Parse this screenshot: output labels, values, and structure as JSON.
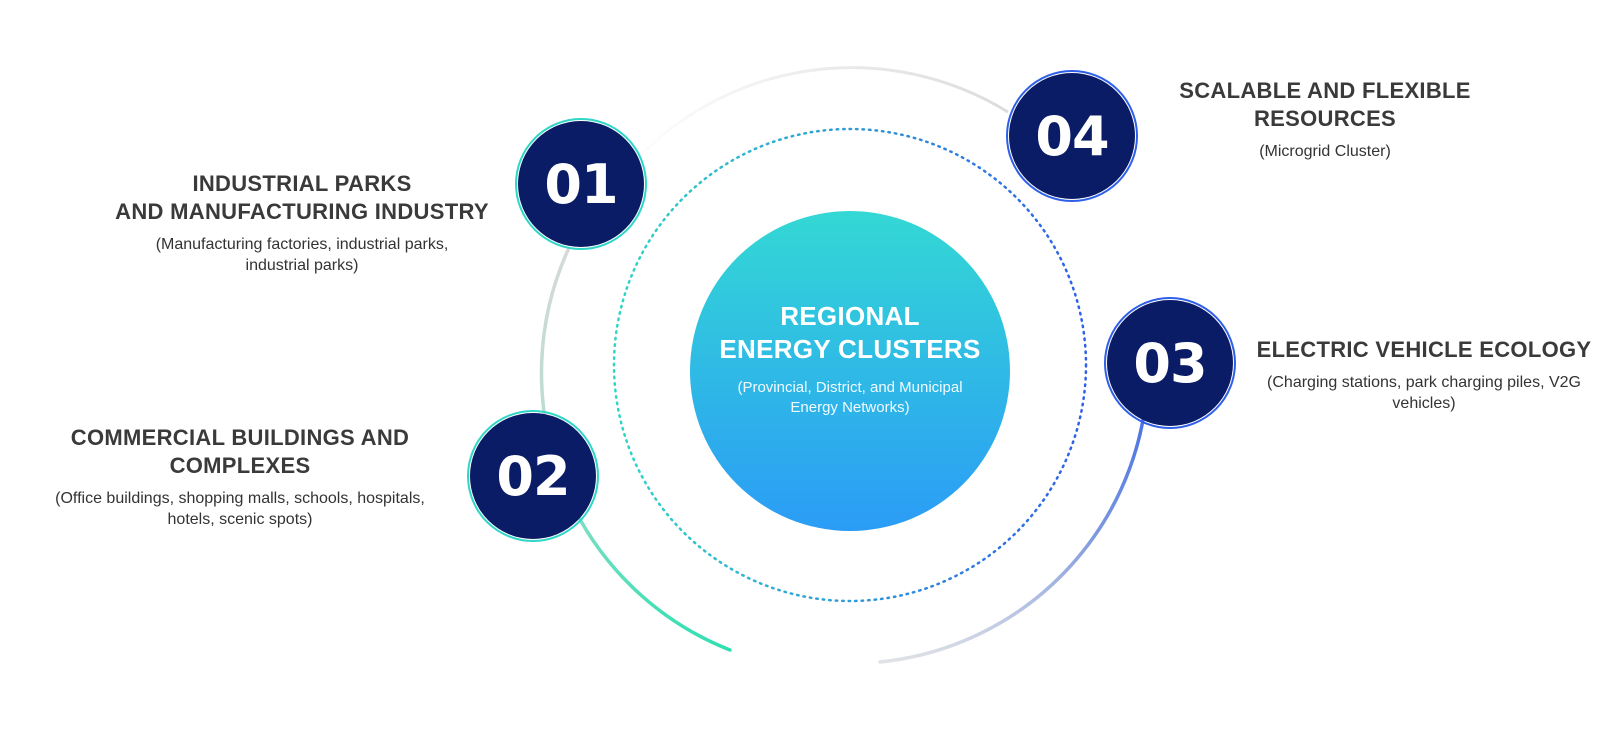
{
  "colors": {
    "badge_fill": "#0b1c66",
    "center_gradient_top": "#33d8d4",
    "center_gradient_bottom": "#2b9cf6",
    "teal_accent": "#2ee0b0",
    "blue_accent": "#2f5fe8",
    "outer_ring": "#e6e6e6",
    "title_text": "#3a3a3a"
  },
  "center": {
    "title": "REGIONAL\nENERGY CLUSTERS",
    "subtitle": "(Provincial, District, and Municipal\nEnergy Networks)"
  },
  "items": [
    {
      "number": "01",
      "title": "INDUSTRIAL PARKS\nAND MANUFACTURING INDUSTRY",
      "description": "(Manufacturing factories, industrial parks,\nindustrial parks)"
    },
    {
      "number": "02",
      "title": "COMMERCIAL BUILDINGS AND\nCOMPLEXES",
      "description": "(Office buildings, shopping malls, schools, hospitals,\nhotels, scenic spots)"
    },
    {
      "number": "03",
      "title": "ELECTRIC VEHICLE ECOLOGY",
      "description": "(Charging stations, park charging piles, V2G\nvehicles)"
    },
    {
      "number": "04",
      "title": "SCALABLE AND FLEXIBLE\nRESOURCES",
      "description": "(Microgrid Cluster)"
    }
  ]
}
